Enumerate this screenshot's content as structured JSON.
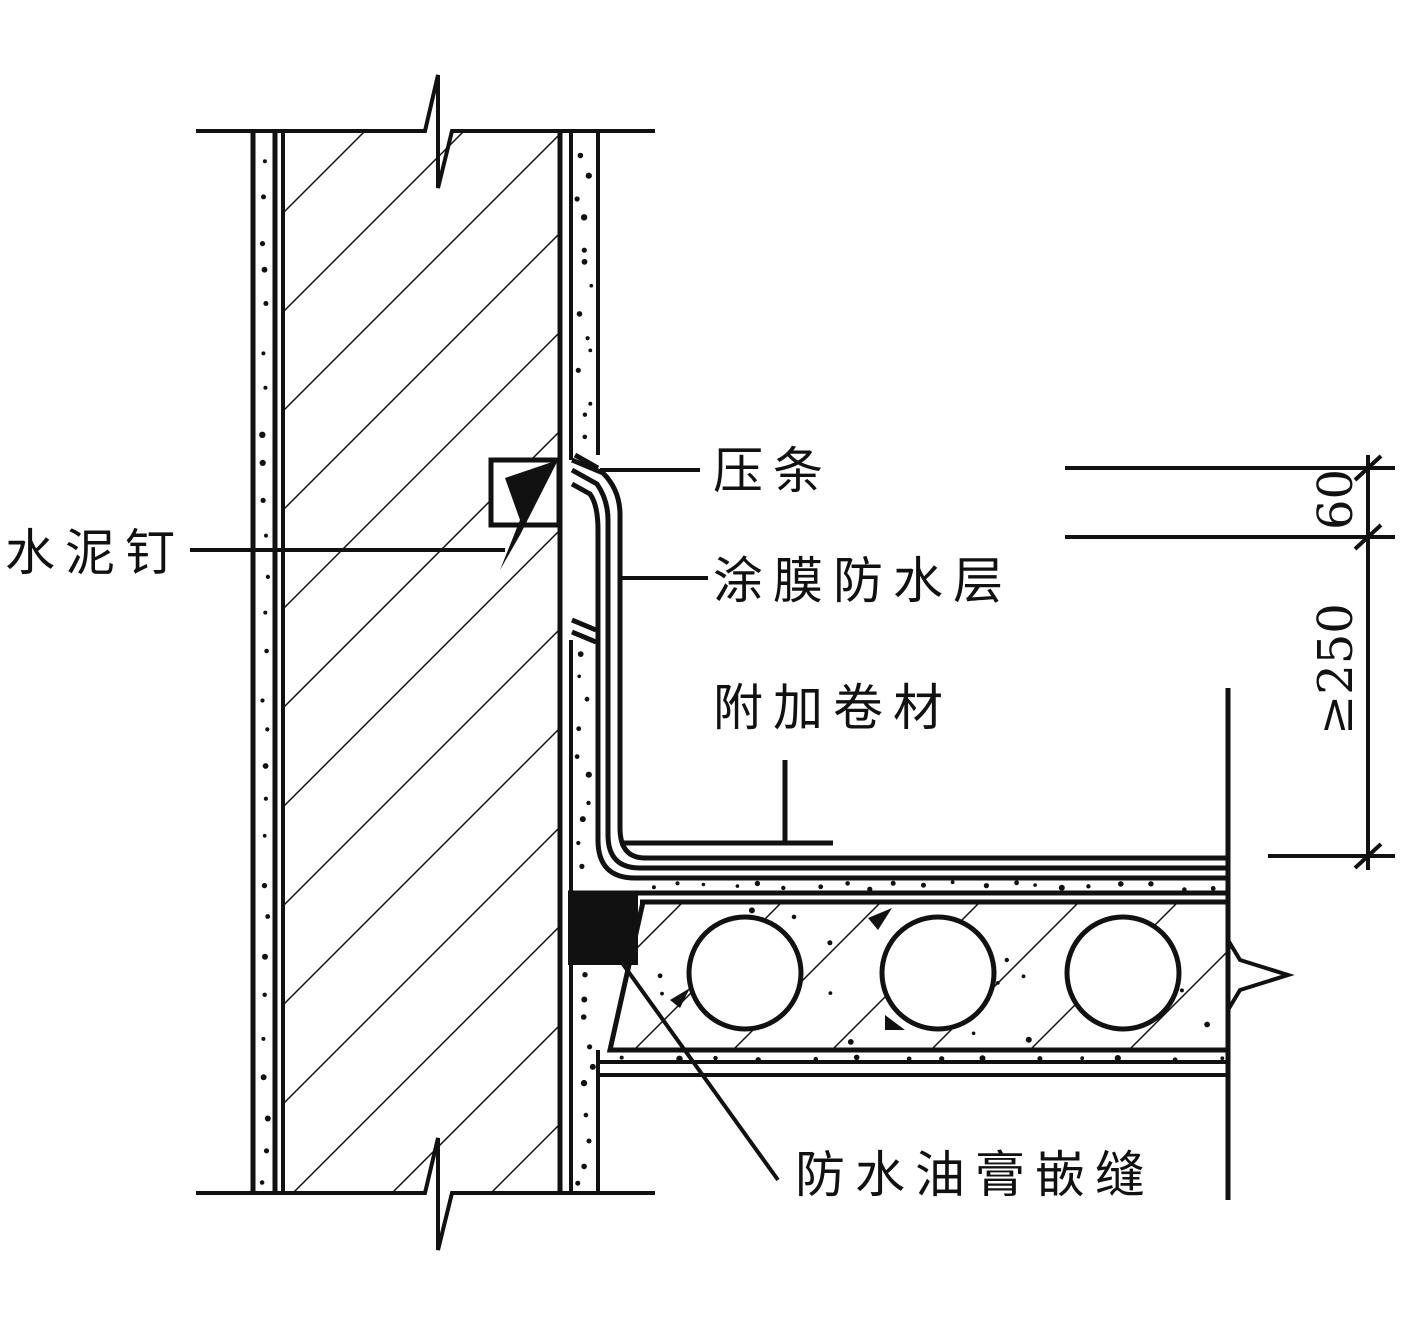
{
  "labels": {
    "pressing_strip": "压条",
    "cement_nail": "水泥钉",
    "coating_membrane": "涂膜防水层",
    "additional_roll": "附加卷材",
    "sealant_joint": "防水油膏嵌缝"
  },
  "dimensions": {
    "top": "60",
    "height": "≥250"
  },
  "colors": {
    "line": "#111111",
    "background": "#ffffff"
  }
}
